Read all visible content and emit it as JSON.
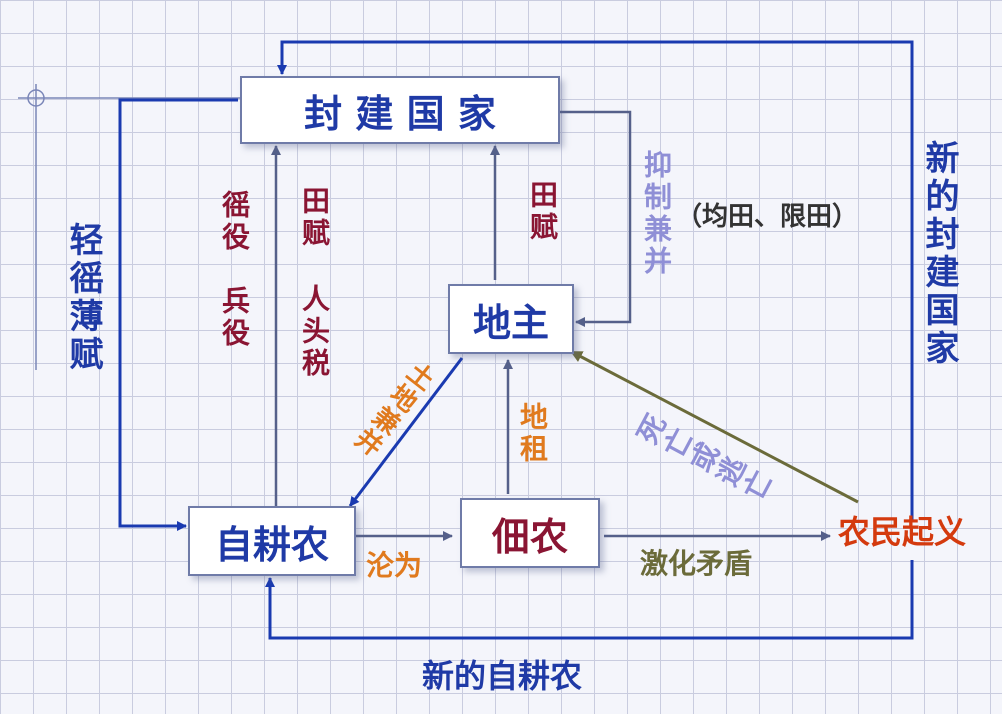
{
  "nodes": {
    "feudal_state": "封 建 国 家",
    "landlord": "地主",
    "owner_farmer": "自耕农",
    "tenant_farmer": "佃农",
    "peasant_uprising": "农民起义"
  },
  "labels": {
    "light_tax": "轻徭薄赋",
    "corvee": "徭役",
    "military_service": "兵役",
    "land_tax_left": "田赋",
    "poll_tax": "人头税",
    "land_tax_right": "田赋",
    "restrain_annex": "抑制兼并",
    "equal_field": "（均田、限田）",
    "annex_land": "土地兼并",
    "land_rent": "地租",
    "death_flight": "死亡或逃亡",
    "reduce_to": "沦为",
    "intensify": "激化矛盾",
    "new_state": "新的封建国家",
    "new_farmer": "新的自耕农"
  },
  "colors": {
    "arrow": "#1a3ab0",
    "node_text": "#1f3aa6",
    "maroon": "#8a1533",
    "orange": "#e07a1e",
    "lavender": "#8f8fd6",
    "olive": "#6b6b3a",
    "uprising": "#d43a0e"
  }
}
